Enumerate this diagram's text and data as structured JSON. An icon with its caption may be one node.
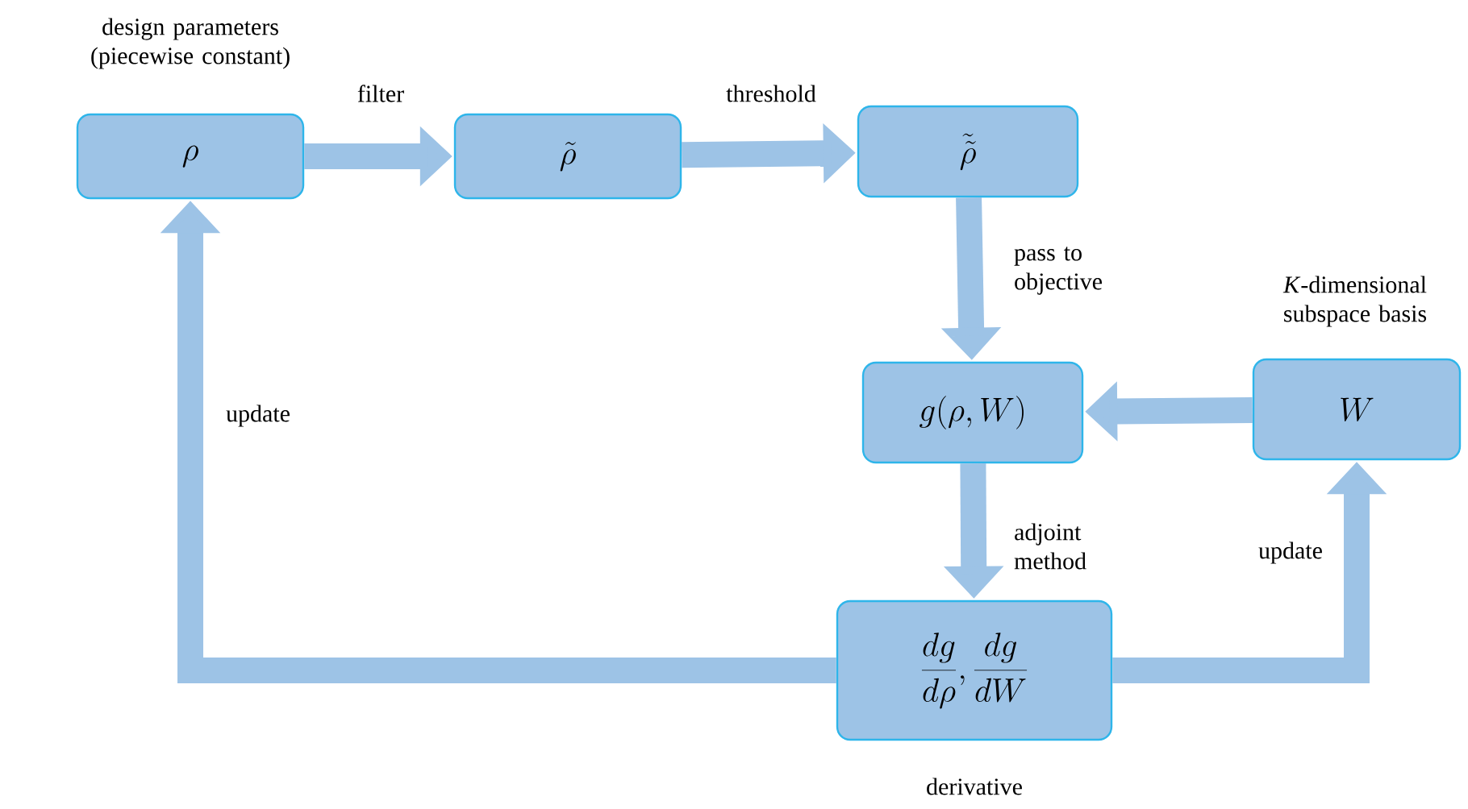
{
  "diagram": {
    "nodes": [
      {
        "text": [
          "\\rho"
        ],
        "beside": [
          "design parameters (piecewise constant)"
        ]
      },
      {
        "text": [
          "\\tilde{\\rho}"
        ]
      },
      {
        "text": [
          "\\tilde{\\tilde{\\rho}}"
        ]
      },
      {
        "text": [
          "g(\\rho,W)"
        ]
      },
      {
        "text": [
          "W"
        ],
        "beside": [
          "*K*-dimensional subspace basis"
        ]
      },
      {
        "text": [
          "\\frac{dg}{d\\rho},\\frac{dg}{dW}"
        ],
        "beside": [
          "derivative"
        ]
      }
    ],
    "edges": [
      {
        "from": 0,
        "to": 1,
        "arrow": "to",
        "label": "filter"
      },
      {
        "from": 1,
        "to": 2,
        "arrow": "to",
        "label": "threshold"
      },
      {
        "from": 2,
        "to": 3,
        "arrow": "to",
        "label": "pass to objective"
      },
      {
        "from": 4,
        "to": 3,
        "arrow": "to"
      },
      {
        "from": 3,
        "to": 5,
        "arrow": "to",
        "label": "adjoint method"
      },
      {
        "from": 5,
        "to": 4,
        "arrow": "to",
        "label": "update"
      },
      {
        "from": 5,
        "to": 0,
        "arrow": "to",
        "label": "update"
      }
    ]
  }
}
